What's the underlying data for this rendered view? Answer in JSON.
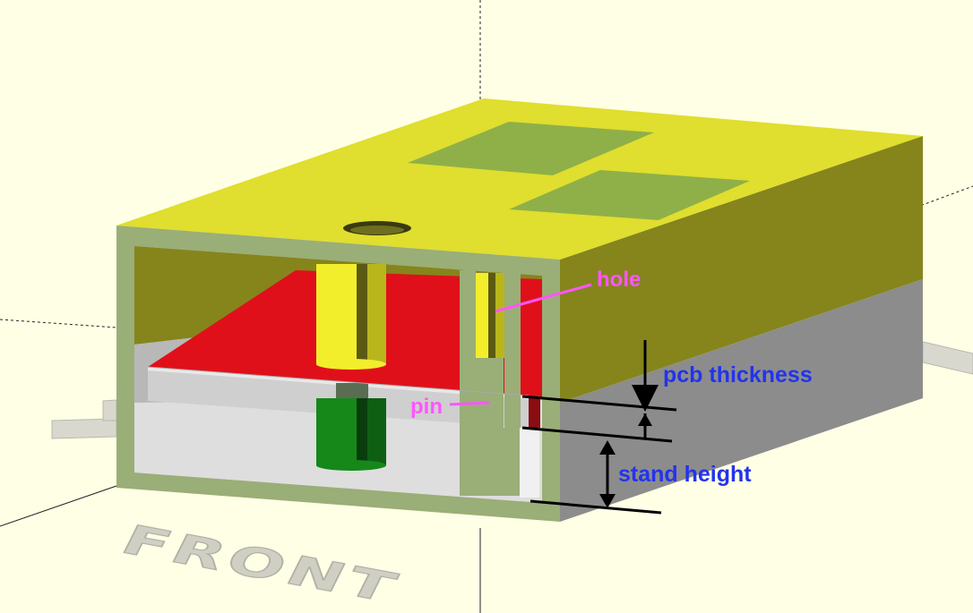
{
  "labels": {
    "hole": "hole",
    "pin": "pin",
    "pcb_thickness": "pcb thickness",
    "stand_height": "stand height",
    "front": "FRONT"
  },
  "colors": {
    "background": "#ffffe5",
    "case_top": "#e0de2e",
    "case_side_upper": "#85851c",
    "case_side_lower": "#8c8c8c",
    "section_cut": "#9aae78",
    "pcb": "#e0101a",
    "standoff": "#f2ee2c",
    "pin_body": "#16881a",
    "annotation_pink": "#ff55ff",
    "annotation_blue": "#2233ee"
  }
}
